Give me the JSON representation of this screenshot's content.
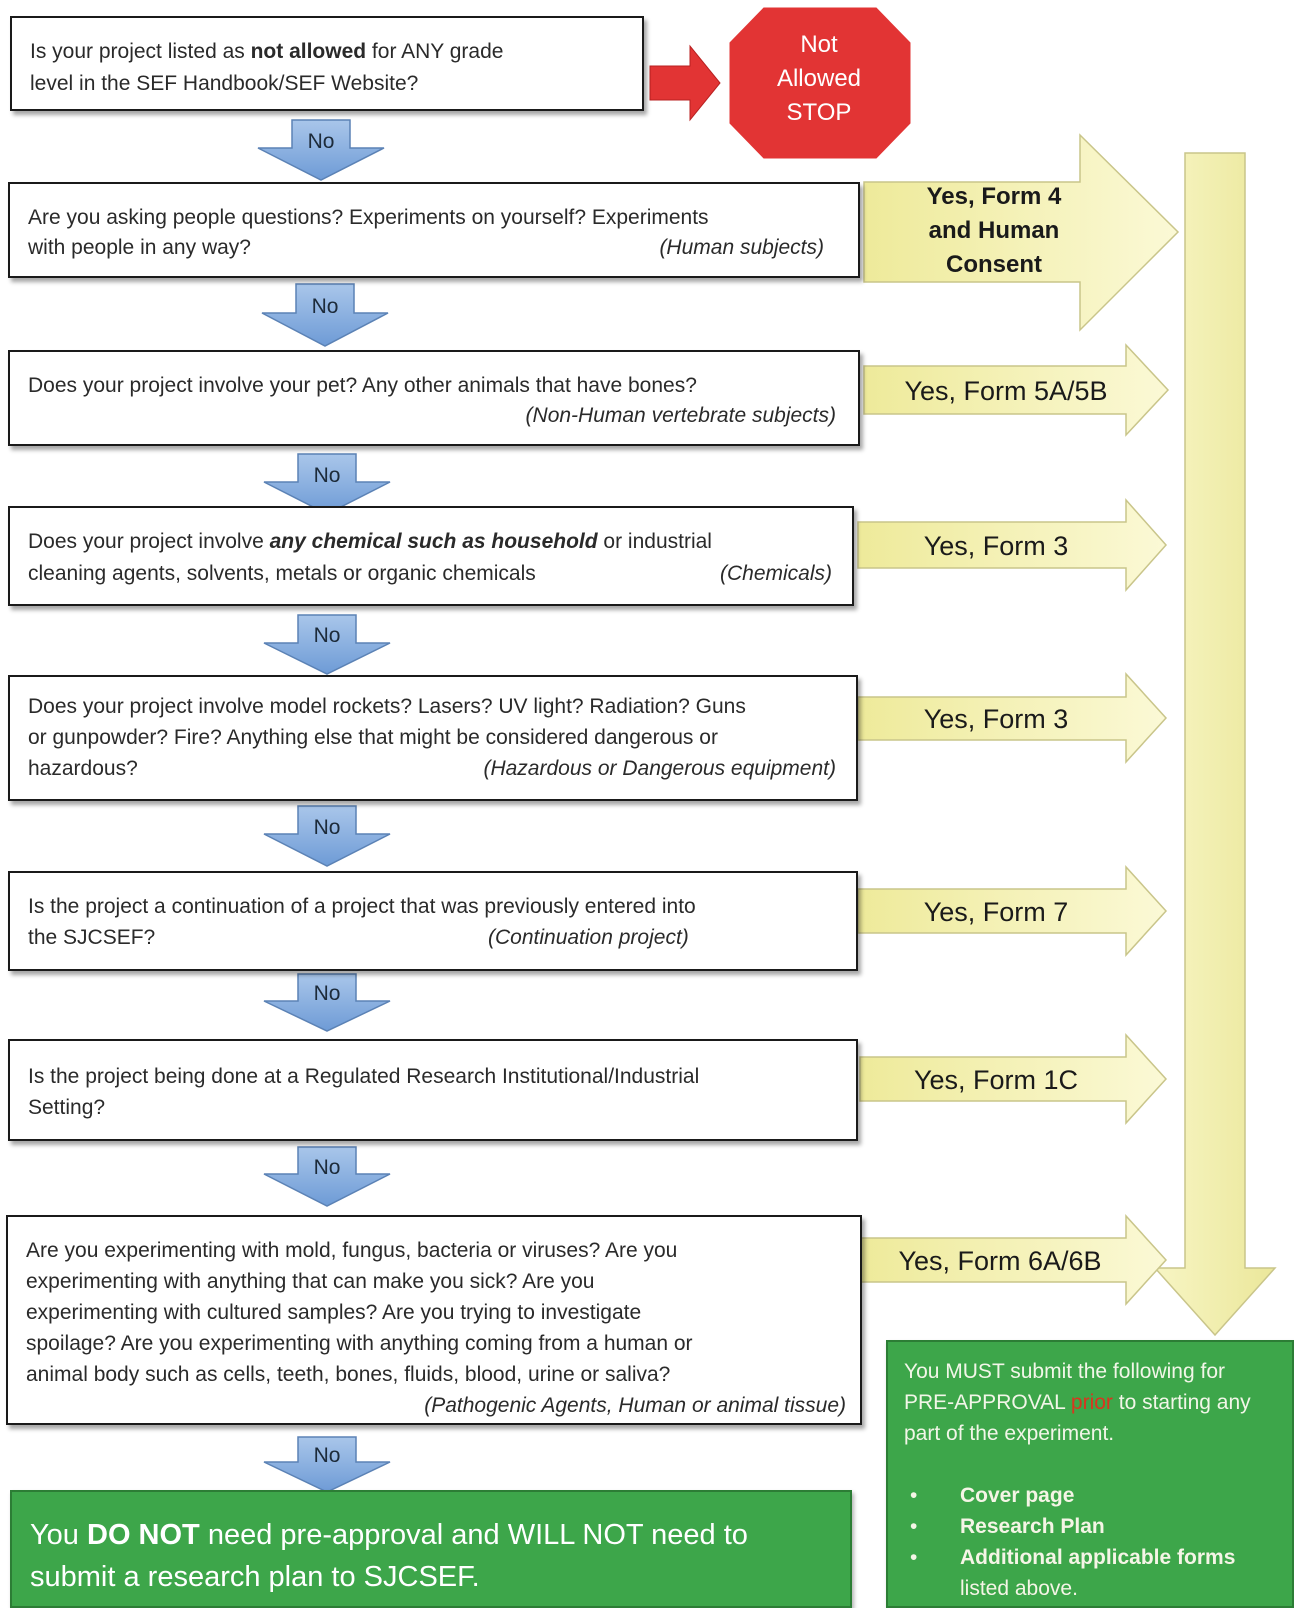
{
  "colors": {
    "stop_red": "#e23434",
    "arrow_blue": "#7da8dc",
    "yes_arrow_yellow": "#f5f2b0",
    "green": "#3da64a",
    "prior_red": "#d8361f"
  },
  "top_question": {
    "line1_a": "Is your project listed as ",
    "line1_bold": "not allowed",
    "line1_b": " for ANY grade",
    "line2": "level in the SEF Handbook/SEF Website?"
  },
  "stop_sign": {
    "line1": "Not",
    "line2": "Allowed",
    "line3": "STOP"
  },
  "no_label": "No",
  "questions": [
    {
      "lines": [
        "Are you asking people questions?  Experiments on yourself?  Experiments",
        "with people in any way?"
      ],
      "category": "(Human subjects)",
      "yes": [
        "Yes, Form 4",
        "and Human",
        "Consent"
      ]
    },
    {
      "lines": [
        "Does your project involve your pet? Any other animals that have bones?"
      ],
      "category": "(Non-Human vertebrate subjects)",
      "yes": [
        "Yes, Form 5A/5B"
      ]
    },
    {
      "line1_a": "Does your project involve ",
      "line1_bold": "any chemical such as household",
      "line1_b": "  or industrial",
      "lines": [
        "cleaning agents, solvents, metals or organic chemicals"
      ],
      "category": "(Chemicals)",
      "yes": [
        "Yes, Form 3"
      ]
    },
    {
      "lines": [
        "Does your project involve model  rockets? Lasers? UV light? Radiation? Guns",
        "or gunpowder?  Fire?  Anything else that might be considered dangerous or",
        "hazardous?"
      ],
      "category": "(Hazardous or Dangerous equipment)",
      "yes": [
        "Yes, Form 3"
      ]
    },
    {
      "lines": [
        "Is the project a continuation of a project that was previously entered into",
        "the SJCSEF?"
      ],
      "category": "(Continuation project)",
      "yes": [
        "Yes, Form 7"
      ]
    },
    {
      "lines": [
        "Is the project being done at a Regulated Research Institutional/Industrial",
        "Setting?"
      ],
      "category": "",
      "yes": [
        "Yes, Form 1C"
      ]
    },
    {
      "lines": [
        "Are you experimenting with mold, fungus, bacteria or viruses?  Are you",
        "experimenting with anything that can make you sick?  Are you",
        "experimenting with cultured samples?  Are you trying to investigate",
        "spoilage?  Are you experimenting with anything coming from a human or",
        "animal body such as cells, teeth, bones, fluids, blood, urine or saliva?"
      ],
      "category": "(Pathogenic Agents, Human or animal tissue)",
      "yes": [
        "Yes, Form 6A/6B"
      ]
    }
  ],
  "final_box": {
    "line1_a": "You ",
    "line1_bold": "DO NOT",
    "line1_b": " need pre-approval and WILL NOT need to",
    "line2": "submit a research plan to SJCSEF."
  },
  "requirements": {
    "intro_a": "You MUST submit the following for PRE-APPROVAL ",
    "intro_prior": "prior",
    "intro_b": " to starting any part of the experiment.",
    "bullet": "•",
    "items": [
      "Cover page",
      "Research Plan",
      "Additional applicable forms"
    ],
    "items_tail": "listed above."
  }
}
